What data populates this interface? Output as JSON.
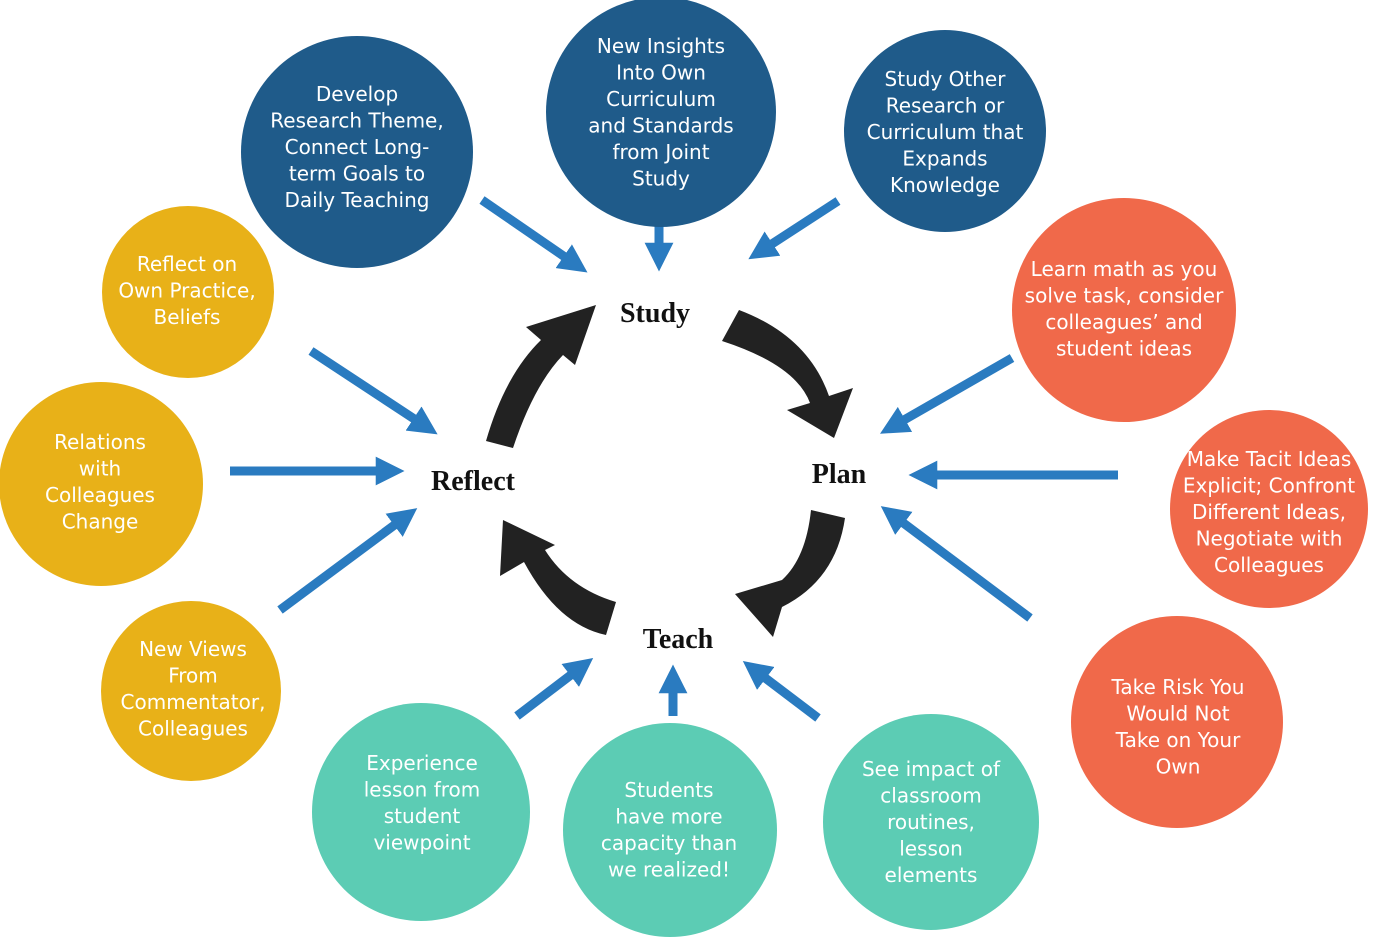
{
  "colors": {
    "study": "#1f5b8a",
    "plan": "#f0694a",
    "teach": "#5cccb4",
    "reflect": "#e8b118",
    "blue_arrow": "#2a7bc0",
    "cycle_arrow": "#222222",
    "bubble_text": "#ffffff"
  },
  "stages": {
    "study": "Study",
    "plan": "Plan",
    "teach": "Teach",
    "reflect": "Reflect"
  },
  "bubbles": {
    "study_1": [
      "Develop",
      "Research Theme,",
      "Connect Long-",
      "term Goals to",
      "Daily Teaching"
    ],
    "study_2": [
      "New Insights",
      "Into Own",
      "Curriculum",
      "and Standards",
      "from Joint",
      "Study"
    ],
    "study_3": [
      "Study Other",
      "Research or",
      "Curriculum that",
      "Expands",
      "Knowledge"
    ],
    "plan_1": [
      "Learn math as you",
      "solve task, consider",
      "colleagues’ and",
      "student ideas"
    ],
    "plan_2": [
      "Make Tacit Ideas",
      "Explicit; Confront",
      "Different Ideas,",
      "Negotiate with",
      "Colleagues"
    ],
    "plan_3": [
      "Take Risk You",
      "Would Not",
      "Take on Your",
      "Own"
    ],
    "teach_1": [
      "Experience",
      "lesson from",
      "student",
      "viewpoint"
    ],
    "teach_2": [
      "Students",
      "have more",
      "capacity than",
      "we realized!"
    ],
    "teach_3": [
      "See impact of",
      "classroom",
      "routines,",
      "lesson",
      "elements"
    ],
    "reflect_1": [
      "Reflect on",
      "Own Practice,",
      "Beliefs"
    ],
    "reflect_2": [
      "Relations",
      "with",
      "Colleagues",
      "Change"
    ],
    "reflect_3": [
      "New Views",
      "From",
      "Commentator,",
      "Colleagues"
    ]
  }
}
